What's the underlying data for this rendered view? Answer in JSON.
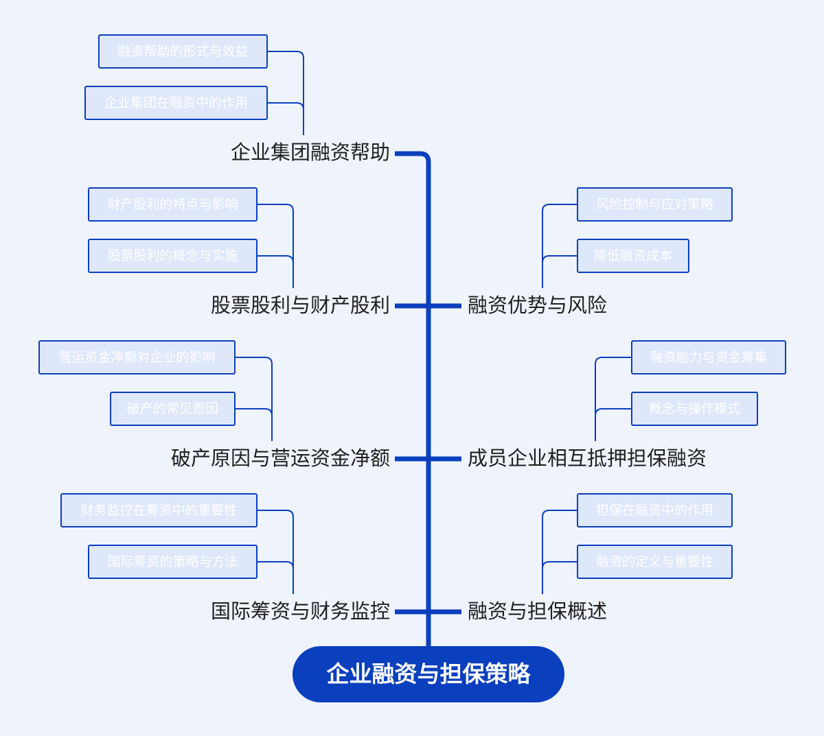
{
  "root": {
    "label": "企业融资与担保策略"
  },
  "branches": {
    "group_financing": {
      "label": "企业集团融资帮助",
      "items": [
        "融资帮助的形式与效益",
        "企业集团在融资中的作用"
      ]
    },
    "dividends": {
      "label": "股票股利与财产股利",
      "items": [
        "财产股利的特点与影响",
        "股票股利的概念与实施"
      ]
    },
    "bankruptcy": {
      "label": "破产原因与营运资金净额",
      "items": [
        "营运资金净额对企业的影响",
        "破产的常见原因"
      ]
    },
    "international": {
      "label": "国际筹资与财务监控",
      "items": [
        "财务监控在筹资中的重要性",
        "国际筹资的策略与方法"
      ]
    },
    "advantages": {
      "label": "融资优势与风险",
      "items": [
        "风险控制与应对策略",
        "降低融资成本"
      ]
    },
    "mutual_guarantee": {
      "label": "成员企业相互抵押担保融资",
      "items": [
        "融资能力与资金筹集",
        "概念与操作模式"
      ]
    },
    "overview": {
      "label": "融资与担保概述",
      "items": [
        "担保在融资中的作用",
        "融资的定义与重要性"
      ]
    }
  },
  "colors": {
    "line": "#0a3fbd",
    "leaf_fill": "#dfe7fb",
    "background": "#eff3fc",
    "root_fill": "#0a3fbd"
  }
}
